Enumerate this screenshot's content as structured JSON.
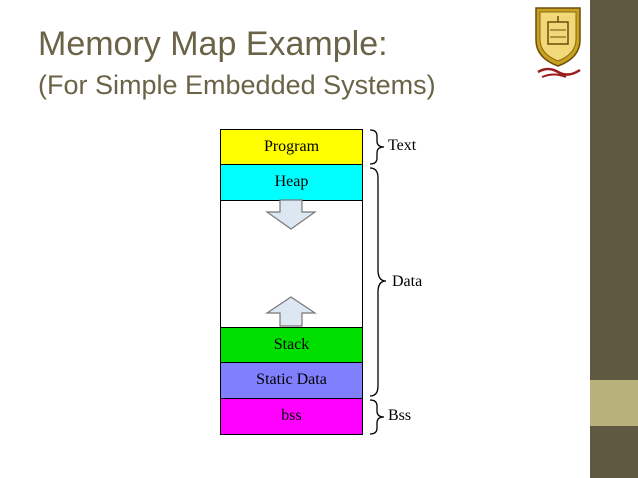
{
  "slide": {
    "title": "Memory Map Example:",
    "subtitle": "(For Simple Embedded Systems)",
    "colors": {
      "title_text": "#6b6347",
      "side_bar": "#5f5942",
      "side_bar_accent": "#b8b27a",
      "logo_gold": "#c9a020",
      "logo_red": "#9b1c1c"
    }
  },
  "memory_map": {
    "segments": {
      "program": {
        "label": "Program",
        "color": "#ffff00"
      },
      "heap": {
        "label": "Heap",
        "color": "#00ffff"
      },
      "free": {
        "label": "",
        "color": "#ffffff"
      },
      "stack": {
        "label": "Stack",
        "color": "#00e000"
      },
      "static_data": {
        "label": "Static Data",
        "color": "#8080ff"
      },
      "bss": {
        "label": "bss",
        "color": "#ff00ff"
      }
    },
    "regions": {
      "text": "Text",
      "data": "Data",
      "bss": "Bss"
    },
    "arrows": {
      "heap_growth": "down-arrow-icon",
      "stack_growth": "up-arrow-icon"
    }
  }
}
